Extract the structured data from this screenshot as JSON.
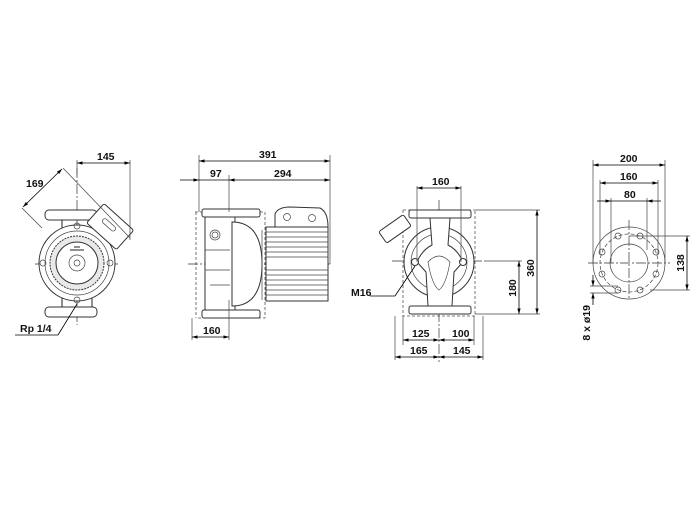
{
  "drawing": {
    "views": [
      {
        "name": "front-view",
        "dimensions": {
          "width": "145",
          "diagonal": "169"
        },
        "callouts": {
          "vent_port": "Rp 1/4"
        }
      },
      {
        "name": "side-view",
        "dimensions": {
          "overall_length": "391",
          "pump_housing": "97",
          "motor_length": "294",
          "port_to_port": "160"
        }
      },
      {
        "name": "rear-view",
        "dimensions": {
          "flange_span": "160",
          "height_total": "360",
          "height_half": "180",
          "left_inner": "125",
          "right_inner": "100",
          "left_outer": "165",
          "right_outer": "145"
        },
        "callouts": {
          "bolt_thread": "M16"
        }
      },
      {
        "name": "flange-view",
        "dimensions": {
          "outer_diameter": "200",
          "bolt_circle": "160",
          "bore": "80",
          "height": "138"
        },
        "callouts": {
          "bolt_holes": "8 x ø19"
        }
      }
    ]
  }
}
